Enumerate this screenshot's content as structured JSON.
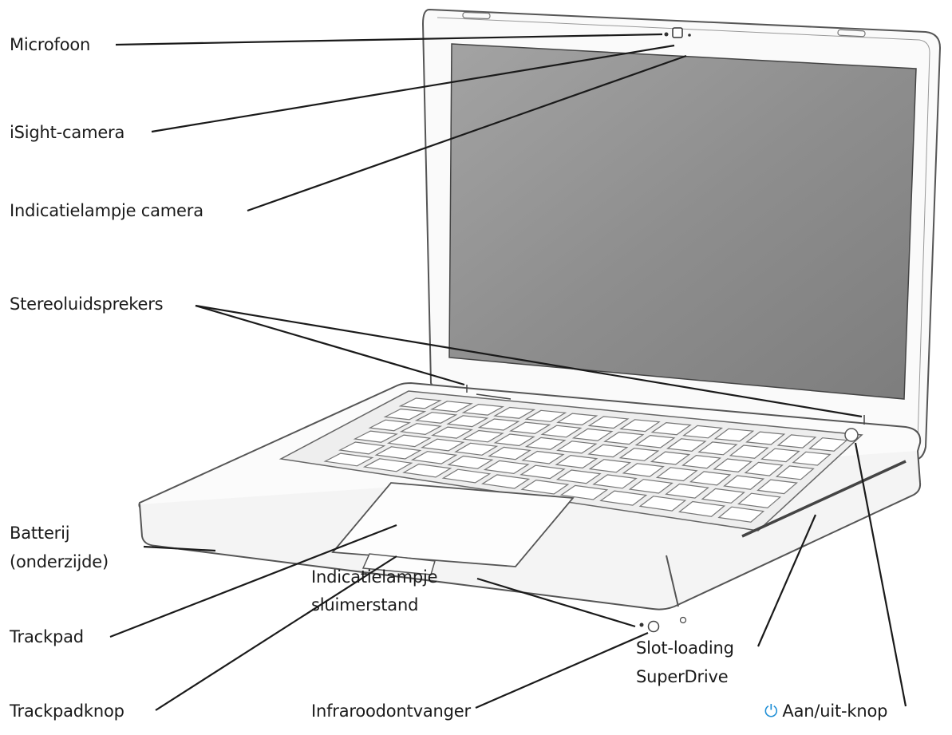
{
  "labels": {
    "microphone": "Microfoon",
    "isight_camera": "iSight-camera",
    "camera_indicator": "Indicatielampje camera",
    "stereo_speakers": "Stereoluidsprekers",
    "battery_line1": "Batterij",
    "battery_line2": "(onderzijde)",
    "trackpad": "Trackpad",
    "trackpad_button": "Trackpadknop",
    "sleep_indicator_line1": "Indicatielampje",
    "sleep_indicator_line2": "sluimerstand",
    "infrared_receiver": "Infraroodontvanger",
    "superdrive_line1": "Slot-loading",
    "superdrive_line2": "SuperDrive",
    "power_button": "Aan/uit-knop"
  },
  "icons": {
    "power_icon": "power-symbol",
    "power_icon_color": "#1f8fd6"
  },
  "colors": {
    "line": "#1a1a1a",
    "screen": "#8c8c8c",
    "body_outline": "#555555"
  }
}
